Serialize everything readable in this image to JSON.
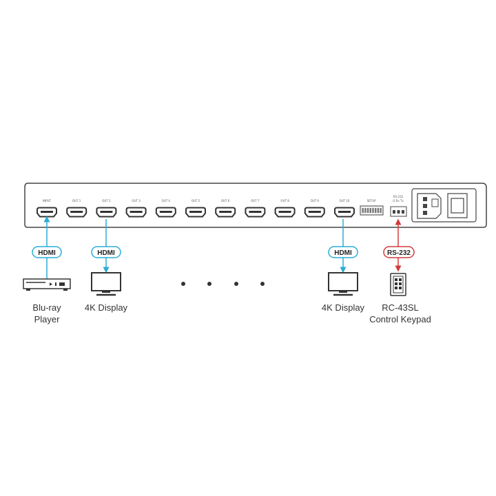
{
  "device": {
    "ports": [
      {
        "label": "INPUT"
      },
      {
        "label": "OUT 1"
      },
      {
        "label": "OUT 2"
      },
      {
        "label": "OUT 3"
      },
      {
        "label": "OUT 4"
      },
      {
        "label": "OUT 5"
      },
      {
        "label": "OUT 6"
      },
      {
        "label": "OUT 7"
      },
      {
        "label": "OUT 8"
      },
      {
        "label": "OUT 9"
      },
      {
        "label": "OUT 10"
      }
    ],
    "setup_label": "SETUP",
    "rs232_label_1": "RS-232",
    "rs232_label_2": "G  Rx  Tx"
  },
  "connections": {
    "hdmi_label": "HDMI",
    "rs232_label": "RS-232"
  },
  "devices": {
    "bluray_line1": "Blu-ray",
    "bluray_line2": "Player",
    "display1": "4K Display",
    "display2": "4K Display",
    "keypad_line1": "RC-43SL",
    "keypad_line2": "Control Keypad"
  },
  "colors": {
    "hdmi": "#2bacd6",
    "rs232": "#d23a3a",
    "outline": "#333333",
    "panel_bg": "#ffffff"
  }
}
